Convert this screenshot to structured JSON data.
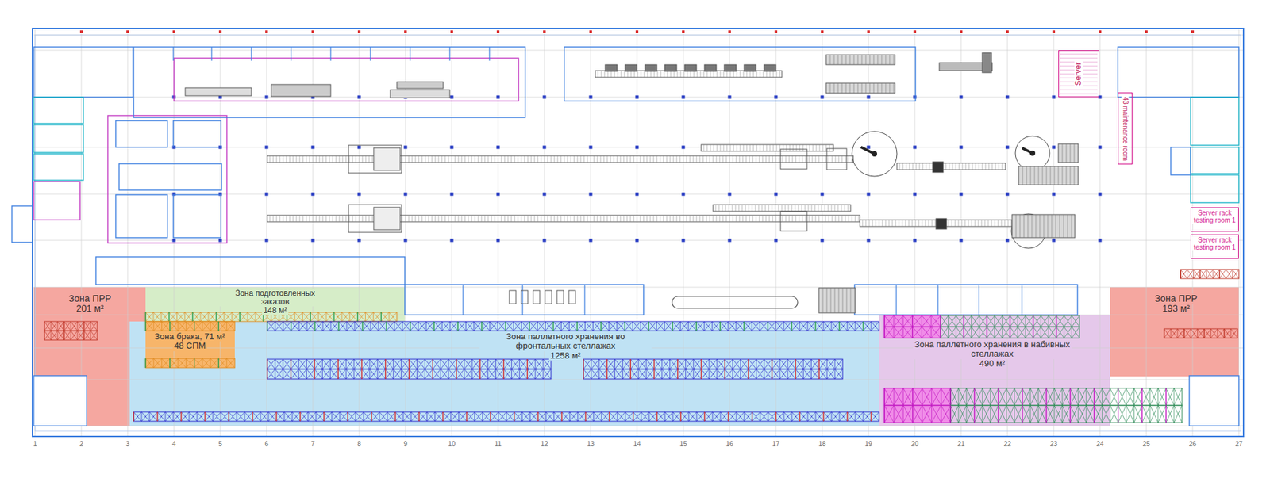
{
  "diagram": {
    "nodes": [
      {
        "text": [
          "Server"
        ]
      },
      {
        "text": [
          "43 maintenance room"
        ]
      },
      {
        "text": [
          "Server rack testing room 1"
        ]
      },
      {
        "text": [
          "Server rack testing room 1"
        ]
      },
      {
        "text": [
          "Зона ПРР",
          "201 м²"
        ]
      },
      {
        "text": [
          "Зона подготовленных заказов",
          "148 м²"
        ]
      },
      {
        "text": [
          "Зона брака, 71 м²",
          "48 СПМ"
        ]
      },
      {
        "text": [
          "Зона паллетного хранения во фронтальных стеллажах",
          "1258 м²"
        ]
      },
      {
        "text": [
          "Зона паллетного хранения в набивных стеллажах",
          "490 м²"
        ]
      },
      {
        "text": [
          "Зона ПРР",
          "193 м²"
        ]
      }
    ],
    "labels": [
      "1",
      "2",
      "3",
      "4",
      "5",
      "6",
      "7",
      "8",
      "9",
      "10",
      "11",
      "12",
      "13",
      "14",
      "15",
      "16",
      "17",
      "18",
      "19",
      "20",
      "21",
      "22",
      "23",
      "24",
      "25",
      "26",
      "27"
    ]
  }
}
